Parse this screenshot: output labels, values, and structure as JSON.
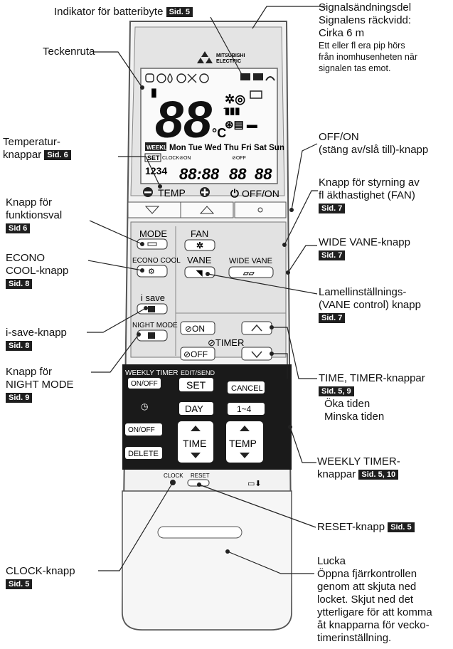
{
  "labels": {
    "battery": {
      "text": "Indikator för batteribyte",
      "badge": "Sid. 5"
    },
    "display": {
      "text": "Teckenruta"
    },
    "temp_buttons": {
      "line1": "Temperatur-",
      "line2": "knappar",
      "badge": "Sid. 6"
    },
    "mode_button": {
      "line1": "Knapp för",
      "line2": "funktionsval",
      "badge": "Sid 6"
    },
    "econo_cool": {
      "line1": "ECONO",
      "line2": "COOL-knapp",
      "badge": "Sid. 8"
    },
    "isave": {
      "line1": "i-save-knapp",
      "badge": "Sid. 8"
    },
    "night_mode": {
      "line1": "Knapp för",
      "line2": "NIGHT MODE",
      "badge": "Sid. 9"
    },
    "clock": {
      "line1": "CLOCK-knapp",
      "badge": "Sid. 5"
    },
    "signal": {
      "line1": "Signalsändningsdel",
      "line2": "Signalens räckvidd:",
      "line3": "Cirka 6 m",
      "note1": "Ett eller fl era pip hörs",
      "note2": "från inomhusenheten när",
      "note3": "signalen tas emot."
    },
    "offon": {
      "line1": "OFF/ON",
      "line2": "(stäng av/slå till)-knapp"
    },
    "fan": {
      "line1": "Knapp för styrning av",
      "line2": "fl äkthastighet (FAN)",
      "badge": "Sid. 7"
    },
    "wide_vane": {
      "line1": "WIDE VANE-knapp",
      "badge": "Sid. 7"
    },
    "vane": {
      "line1": "Lamellinställnings-",
      "line2": "(VANE control) knapp",
      "badge": "Sid. 7"
    },
    "timer": {
      "line1": "TIME, TIMER-knappar",
      "badge": "Sid. 5, 9",
      "line2": "Öka tiden",
      "line3": "Minska tiden"
    },
    "weekly": {
      "line1": "WEEKLY TIMER-",
      "line2": "knappar",
      "badge": "Sid. 5, 10"
    },
    "reset": {
      "line1": "RESET-knapp",
      "badge": "Sid. 5"
    },
    "lid": {
      "line1": "Lucka",
      "line2": "Öppna fjärrkontrollen",
      "line3": "genom att skjuta ned",
      "line4": "locket. Skjut ned det",
      "line5": "ytterligare för att komma",
      "line6": "åt knapparna för vecko-",
      "line7": "timerinställning."
    }
  },
  "remote": {
    "brand1": "MITSUBISHI",
    "brand2": "ELECTRIC",
    "temp_digits": "88",
    "temp_unit": "°C",
    "weekly_tag": "WEEKLY",
    "days": "Mon Tue Wed Thu Fri Sat Sun",
    "set_tag": "SET",
    "clock_on": "CLOCK⊘ON",
    "off_tag": "⊘OFF",
    "prog_nums": "1234",
    "time1": "88:88",
    "time2": "88",
    "time3": "88",
    "temp_label": "TEMP",
    "offon_label": "OFF/ON",
    "mode_label": "MODE",
    "econo_label": "ECONO COOL",
    "fan_label": "FAN",
    "vane_label": "VANE",
    "wide_vane_label": "WIDE VANE",
    "isave_label": "i save",
    "night_label": "NIGHT MODE",
    "on_label": "⊘ON",
    "off_label": "⊘OFF",
    "timer_label": "⊘TIMER",
    "weekly_timer_label": "WEEKLY TIMER",
    "onoff_small": "ON/OFF",
    "editsend_label": "EDIT/SEND",
    "set_label": "SET",
    "cancel_label": "CANCEL",
    "day_label": "DAY",
    "range_label": "1~4",
    "onoff2_label": "ON/OFF",
    "delete_label": "DELETE",
    "time_label": "TIME",
    "temp2_label": "TEMP",
    "clock_label": "CLOCK",
    "reset_label": "RESET"
  }
}
